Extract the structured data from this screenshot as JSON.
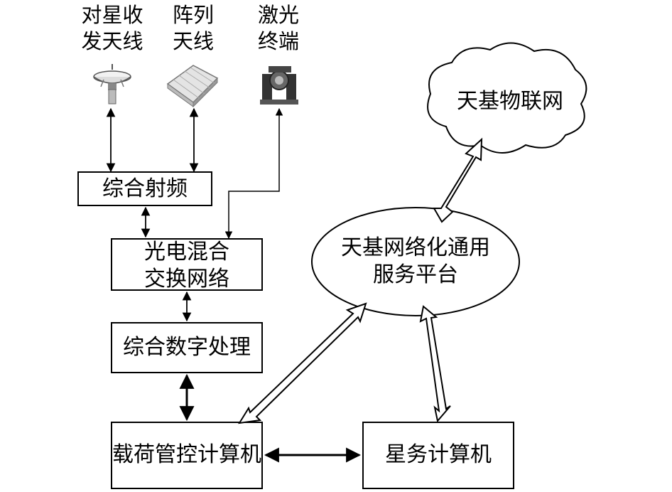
{
  "antennas": [
    {
      "label_line1": "对星收",
      "label_line2": "发天线",
      "icon": "dish-antenna-icon"
    },
    {
      "label_line1": "阵列",
      "label_line2": "天线",
      "icon": "array-antenna-icon"
    },
    {
      "label_line1": "激光",
      "label_line2": "终端",
      "icon": "laser-terminal-icon"
    }
  ],
  "boxes": {
    "rf": "综合射频",
    "optical_line1": "光电混合",
    "optical_line2": "交换网络",
    "digital": "综合数字处理",
    "payload": "载荷管控计算机",
    "satellite": "星务计算机"
  },
  "cloud": {
    "label": "天基物联网"
  },
  "platform": {
    "label_line1": "天基网络化通用",
    "label_line2": "服务平台"
  },
  "colors": {
    "stroke": "#000000",
    "background": "#ffffff"
  }
}
